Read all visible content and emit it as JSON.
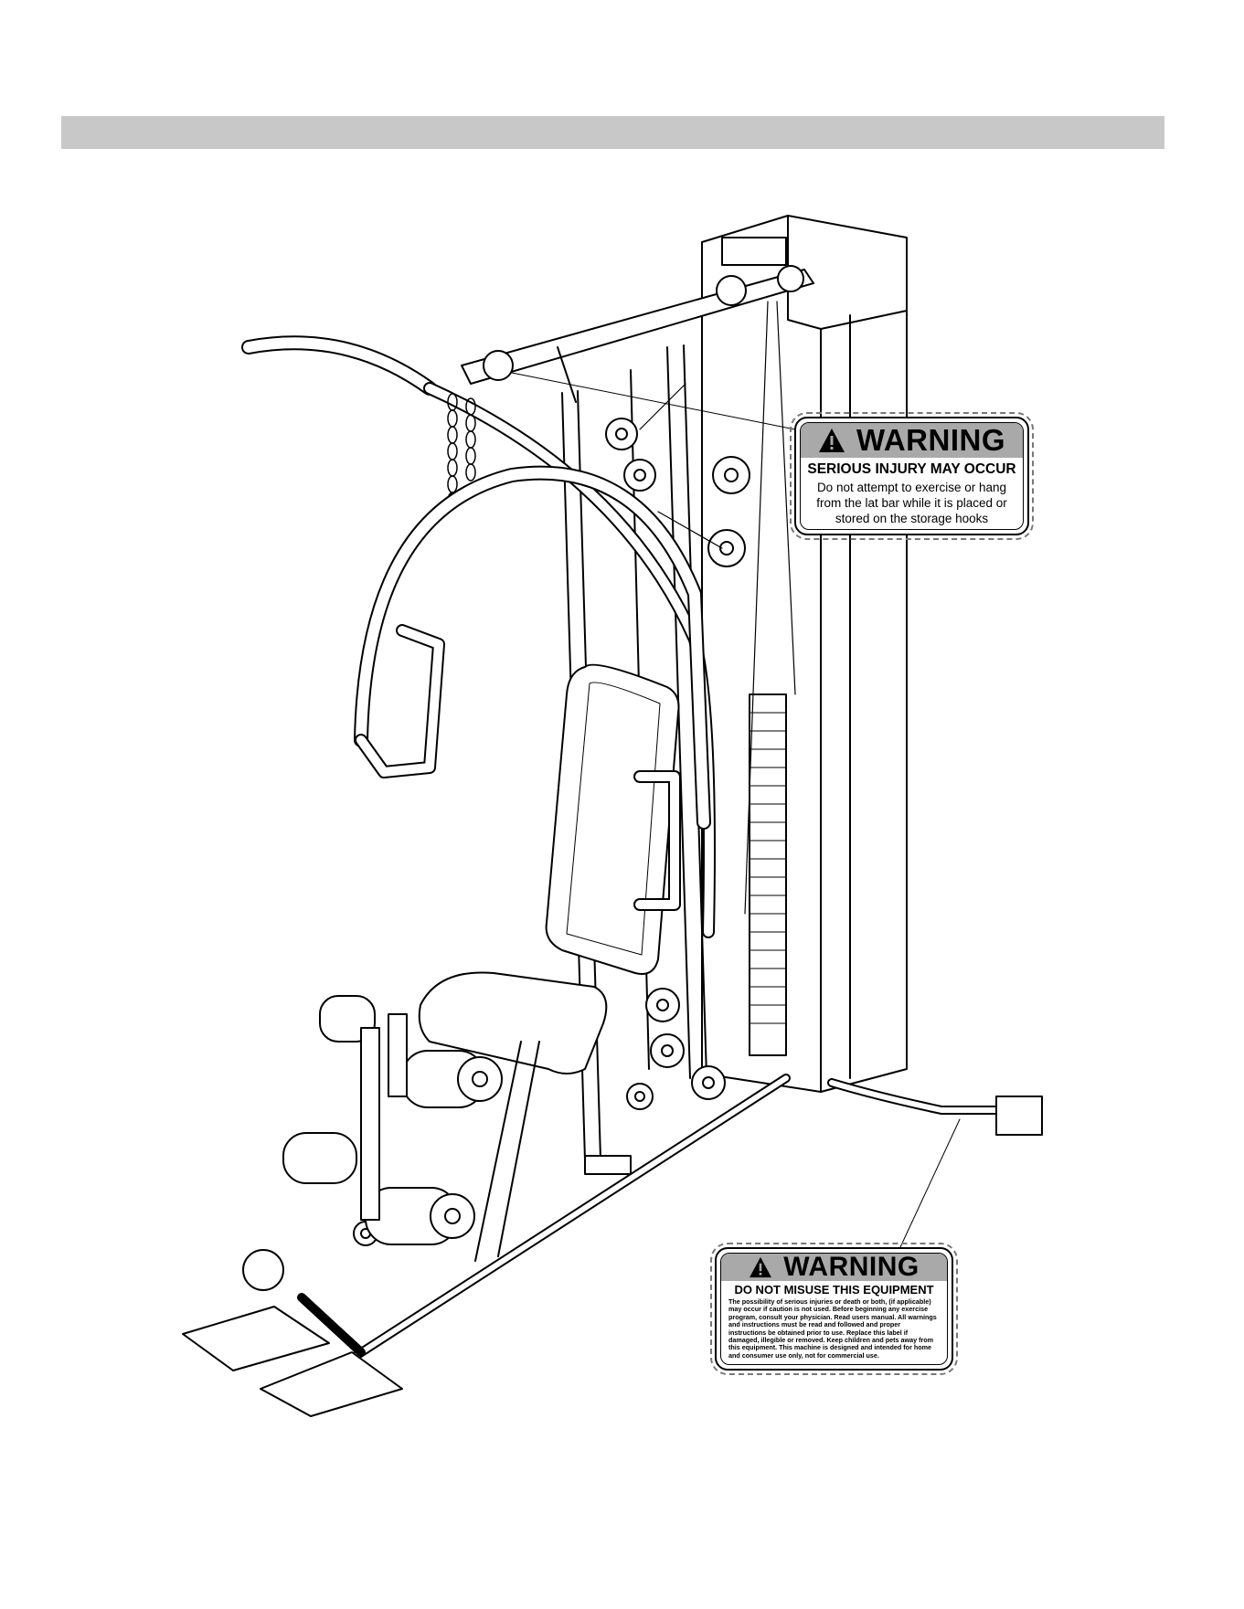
{
  "labels": {
    "top": {
      "heading": "WARNING",
      "subheading": "SERIOUS INJURY MAY OCCUR",
      "body": "Do not attempt to exercise or hang from the lat bar while it is placed or stored on the storage hooks"
    },
    "bottom": {
      "heading": "WARNING",
      "subheading": "DO NOT MISUSE THIS EQUIPMENT",
      "body": "The possibility of serious injuries or death or both, (if applicable) may occur if caution is not used. Before beginning any exercise program, consult your physician. Read users manual. All warnings and instructions must be read and followed and proper instructions be obtained prior to use. Replace this label if damaged, illegible or removed. Keep children and pets away from this equipment. This machine is designed and intended for home and consumer use only, not for commercial use."
    }
  },
  "colors": {
    "header_bar": "#c8c8c8",
    "label_header": "#a9a9a9",
    "line": "#000000"
  }
}
